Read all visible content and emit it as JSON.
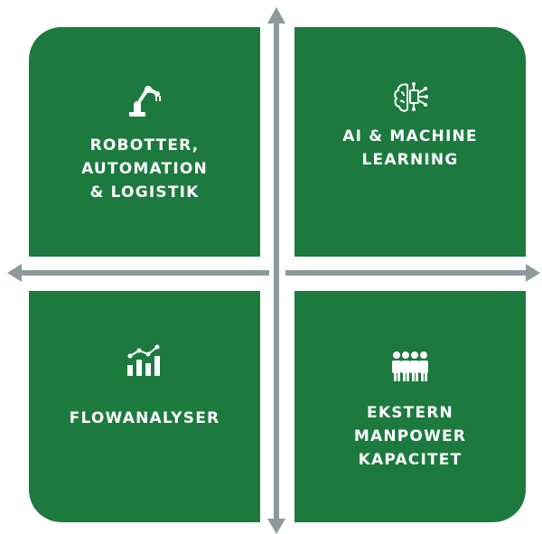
{
  "quadrants": {
    "top_left": {
      "label": "ROBOTTER,\nAUTOMATION\n& LOGISTIK",
      "icon": "robot-arm-icon"
    },
    "top_right": {
      "label": "AI & MACHINE\nLEARNING",
      "icon": "ai-brain-chip-icon"
    },
    "bottom_left": {
      "label": "FLOWANALYSER",
      "icon": "bar-chart-trend-icon"
    },
    "bottom_right": {
      "label": "EKSTERN\nMANPOWER\nKAPACITET",
      "icon": "people-group-icon"
    }
  },
  "colors": {
    "quadrant_fill": "#1c7a3f",
    "text": "#ffffff",
    "axis": "#8c9a9c"
  }
}
